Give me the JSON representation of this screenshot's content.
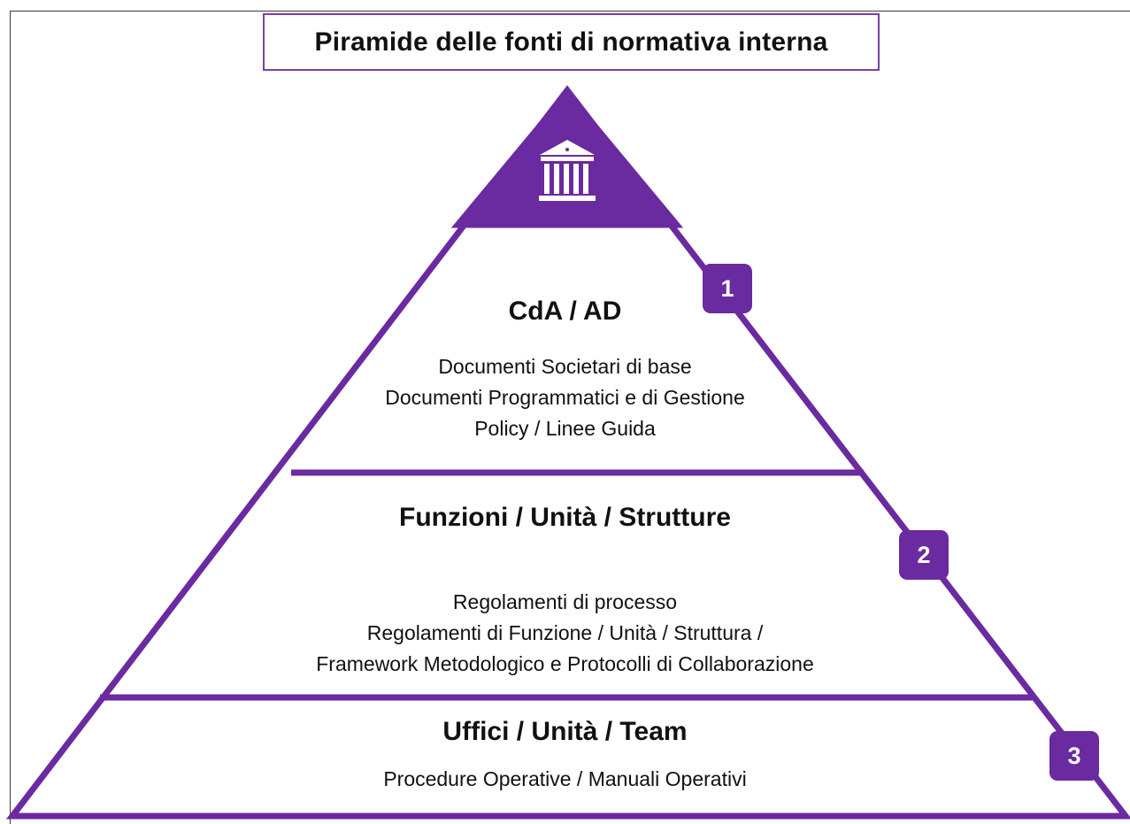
{
  "title": "Piramide delle fonti di normativa interna",
  "colors": {
    "accent": "#6a2aa0",
    "text": "#111111",
    "background": "#ffffff"
  },
  "top_icon": "bank-building-icon",
  "levels": [
    {
      "number": "1",
      "heading": "CdA / AD",
      "lines": [
        "Documenti Societari di base",
        "Documenti Programmatici e di Gestione",
        "Policy / Linee Guida"
      ]
    },
    {
      "number": "2",
      "heading": "Funzioni / Unità / Strutture",
      "lines": [
        "Regolamenti di processo",
        "Regolamenti di Funzione / Unità / Struttura /",
        "Framework Metodologico e Protocolli di Collaborazione"
      ]
    },
    {
      "number": "3",
      "heading": "Uffici / Unità / Team",
      "lines": [
        "Procedure Operative / Manuali Operativi"
      ]
    }
  ]
}
